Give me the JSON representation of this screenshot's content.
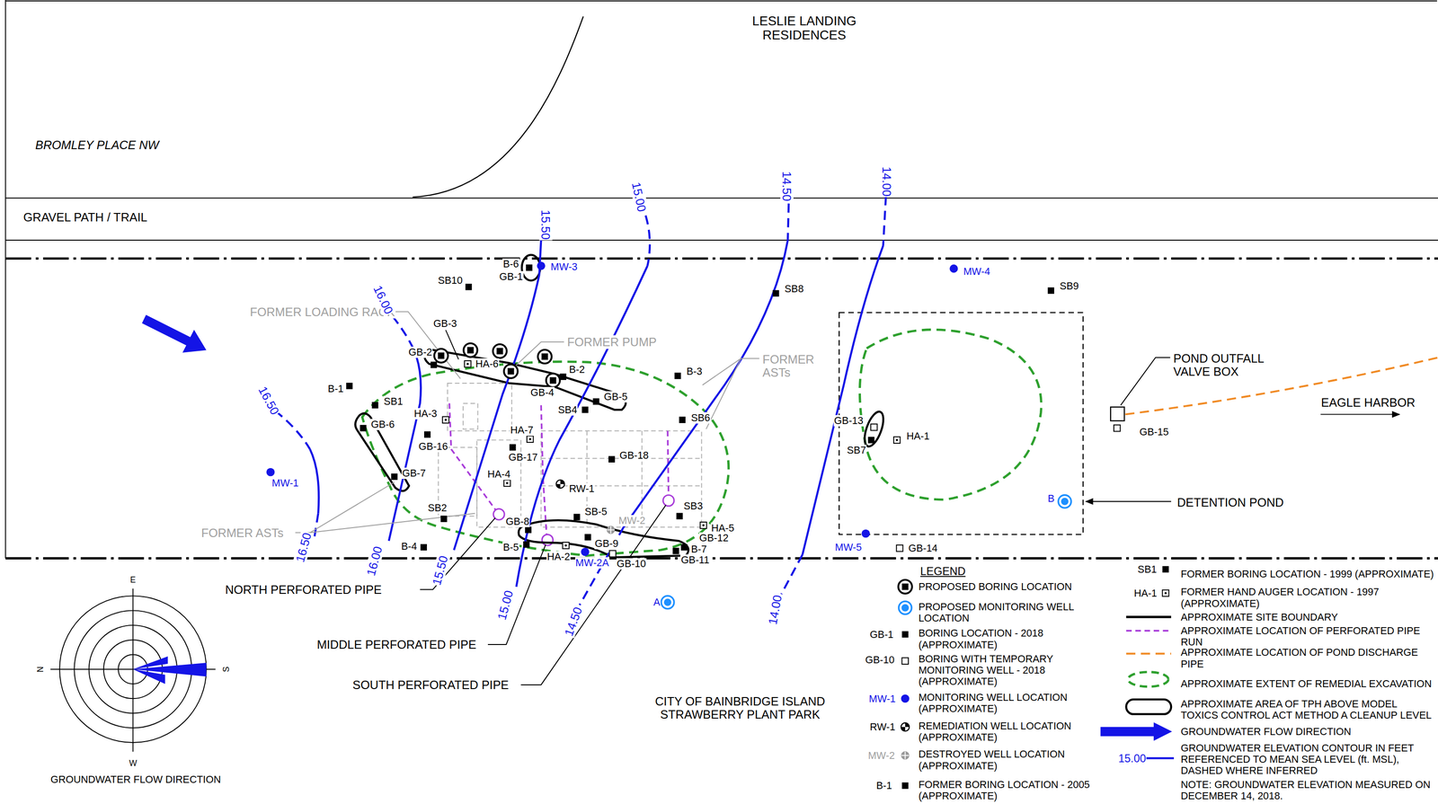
{
  "diagram": {
    "labels": [
      "LESLIE LANDING RESIDENCES",
      "BROMLEY PLACE NW",
      "GRAVEL PATH / TRAIL",
      "FORMER LOADING RACK",
      "FORMER PUMP",
      "FORMER ASTs",
      "FORMER ASTs",
      "NORTH PERFORATED PIPE",
      "MIDDLE PERFORATED PIPE",
      "SOUTH PERFORATED PIPE",
      "POND OUTFALL VALVE BOX",
      "EAGLE HARBOR",
      "DETENTION POND",
      "CITY OF BAINBRIDGE ISLAND STRAWBERRY PLANT PARK",
      "GROUNDWATER FLOW DIRECTION",
      "E",
      "N",
      "S",
      "W",
      "16.50",
      "16.50",
      "16.00",
      "16.00",
      "15.50",
      "15.50",
      "15.00",
      "15.00",
      "14.50",
      "14.50",
      "14.00",
      "14.00",
      "B-6",
      "GB-1",
      "MW-3",
      "SB10",
      "GB-3",
      "GB-2",
      "HA-6",
      "B-2",
      "GB-4",
      "GB-5",
      "SB4",
      "B-1",
      "SB1",
      "HA-3",
      "GB-6",
      "GB-16",
      "HA-7",
      "GB-17",
      "GB-18",
      "HA-4",
      "RW-1",
      "GB-7",
      "SB2",
      "B-4",
      "SB-5",
      "MW-2",
      "GB-8",
      "B-5",
      "GB-9",
      "HA-2",
      "MW-2A",
      "GB-10",
      "SB3",
      "HA-5",
      "GB-12",
      "B-7",
      "GB-11",
      "SB6",
      "B-3",
      "SB8",
      "MW-4",
      "SB9",
      "GB-13",
      "SB7",
      "HA-1",
      "GB-15",
      "MW-5",
      "GB-14",
      "MW-1",
      "A",
      "B",
      "LEGEND",
      "GB-1",
      "GB-10",
      "MW-1",
      "RW-1",
      "MW-2",
      "B-1",
      "SB1",
      "HA-1",
      "15.00"
    ],
    "legend": [
      {
        "text": "PROPOSED BORING LOCATION"
      },
      {
        "text": "PROPOSED MONITORING WELL LOCATION"
      },
      {
        "text": "BORING LOCATION - 2018 (APPROXIMATE)"
      },
      {
        "text": "BORING WITH TEMPORARY MONITORING WELL - 2018 (APPROXIMATE)"
      },
      {
        "text": "MONITORING WELL LOCATION (APPROXIMATE)"
      },
      {
        "text": "REMEDIATION WELL LOCATION (APPROXIMATE)"
      },
      {
        "text": "DESTROYED WELL LOCATION (APPROXIMATE)"
      },
      {
        "text": "FORMER BORING LOCATION - 2005 (APPROXIMATE)"
      },
      {
        "text": "FORMER BORING LOCATION - 1999 (APPROXIMATE)"
      },
      {
        "text": "FORMER HAND AUGER LOCATION - 1997 (APPROXIMATE)"
      },
      {
        "text": "APPROXIMATE SITE BOUNDARY"
      },
      {
        "text": "APPROXIMATE LOCATION OF PERFORATED PIPE RUN"
      },
      {
        "text": "APPROXIMATE LOCATION OF POND DISCHARGE PIPE"
      },
      {
        "text": "APPROXIMATE EXTENT OF REMEDIAL EXCAVATION"
      },
      {
        "text": "APPROXIMATE AREA OF TPH ABOVE MODEL TOXICS CONTROL ACT METHOD A CLEANUP LEVEL"
      },
      {
        "text": "GROUNDWATER FLOW DIRECTION"
      },
      {
        "text": "GROUNDWATER ELEVATION CONTOUR IN FEET REFERENCED TO MEAN SEA LEVEL (ft. MSL), DASHED WHERE INFERRED"
      },
      {
        "text": "NOTE: GROUNDWATER ELEVATION MEASURED ON DECEMBER 14, 2018."
      }
    ]
  }
}
